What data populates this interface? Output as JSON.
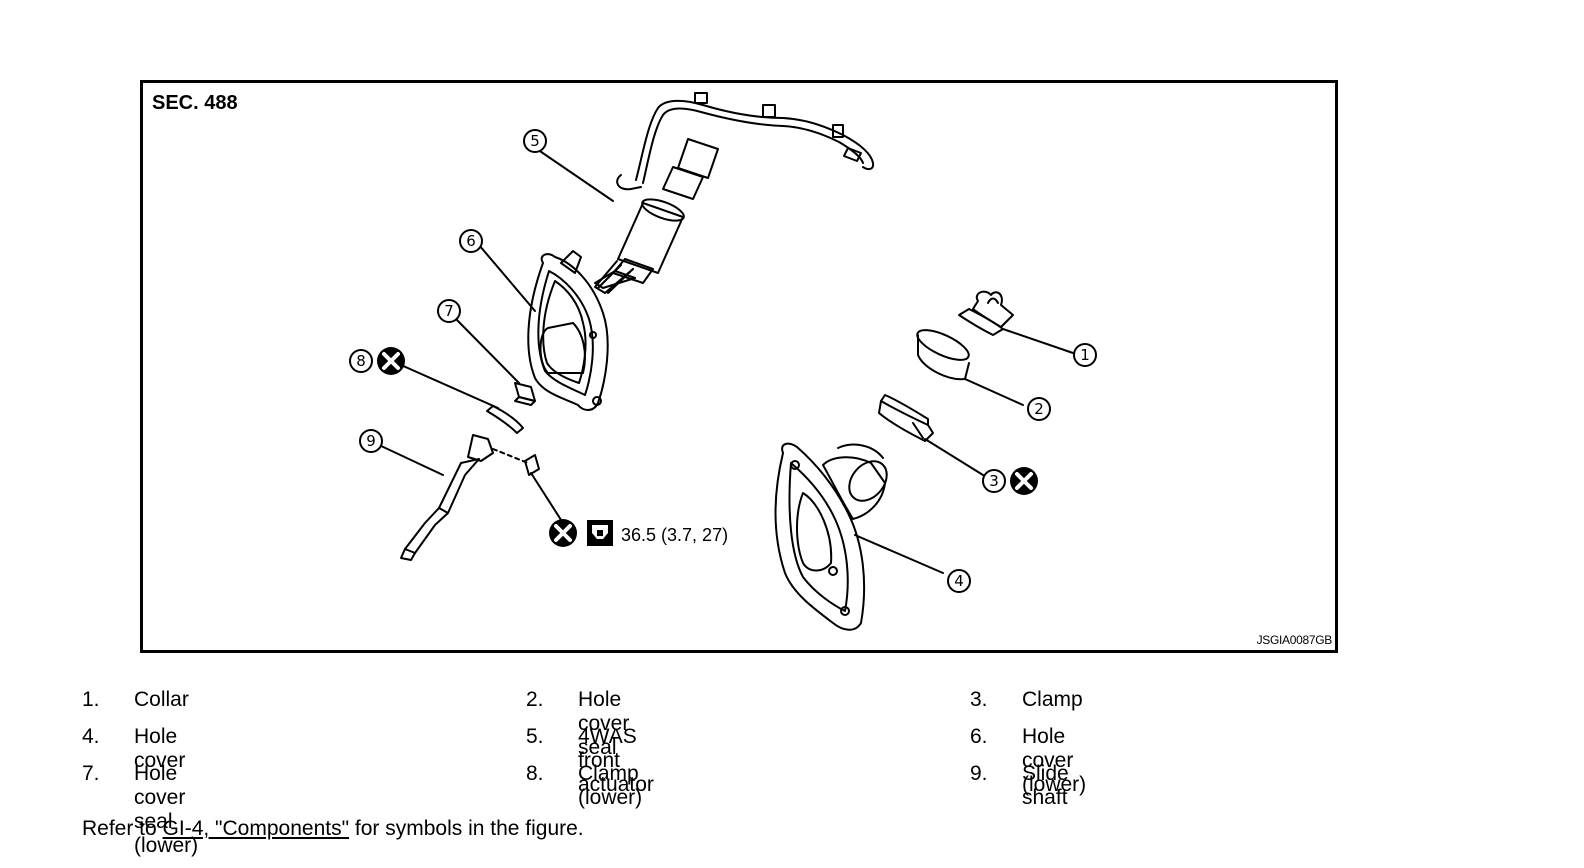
{
  "figure": {
    "section": "SEC. 488",
    "figure_id": "JSGIA0087GB",
    "callouts": [
      "①",
      "②",
      "③",
      "④",
      "⑤",
      "⑥",
      "⑦",
      "⑧",
      "⑨"
    ],
    "torque_spec": "36.5 (3.7, 27)"
  },
  "legend": [
    {
      "num": "1.",
      "label": "Collar"
    },
    {
      "num": "2.",
      "label": "Hole cover seal"
    },
    {
      "num": "3.",
      "label": "Clamp"
    },
    {
      "num": "4.",
      "label": "Hole cover"
    },
    {
      "num": "5.",
      "label": "4WAS front actuator"
    },
    {
      "num": "6.",
      "label": "Hole cover (lower)"
    },
    {
      "num": "7.",
      "label": "Hole cover seal (lower)"
    },
    {
      "num": "8.",
      "label": "Clamp (lower)"
    },
    {
      "num": "9.",
      "label": "Slide shaft"
    }
  ],
  "refer": {
    "prefix": "Refer to ",
    "link": "GI-4, \"Components\"",
    "suffix": " for symbols in the figure."
  },
  "icons": {
    "replace_part": "x-circle-icon",
    "torque": "torque-wrench-icon"
  }
}
